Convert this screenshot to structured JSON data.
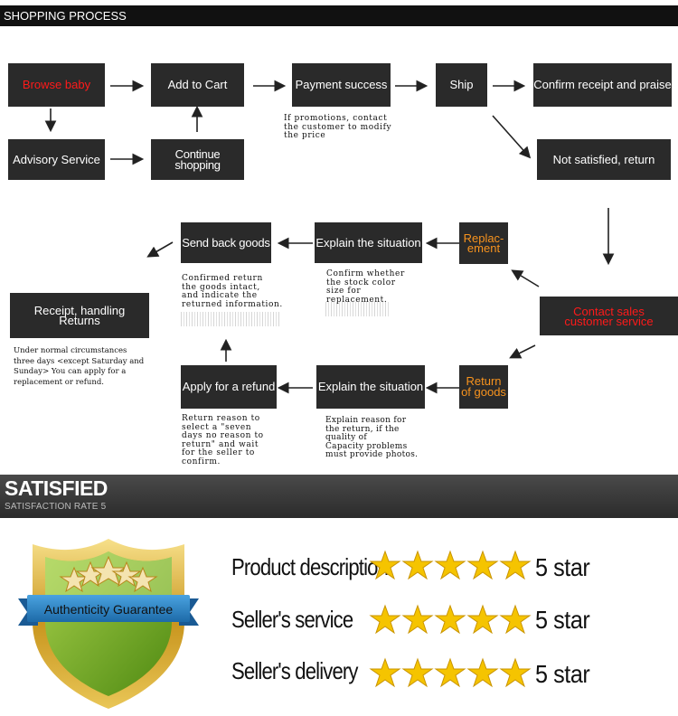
{
  "header": {
    "title": "SHOPPING PROCESS"
  },
  "flow": {
    "browse": "Browse  baby",
    "add_to_cart": "Add to Cart",
    "payment": "Payment success",
    "ship": "Ship",
    "confirm": "Confirm receipt and praise",
    "advisory": "Advisory Service",
    "continue": "Continue shopping",
    "not_satisfied": "Not satisfied, return",
    "payment_note": "If promotions, contact\nthe customer to modify\nthe price",
    "contact_sales": "Contact sales\ncustomer service",
    "replacement": "Replac-\nement",
    "explain_top": "Explain the situation",
    "send_back": "Send back goods",
    "return_goods": "Return\nof goods",
    "explain_bottom": "Explain the situation",
    "apply_refund": "Apply for a refund",
    "receipt": "Receipt, handling\nReturns",
    "note_confirm_stock": "Confirm whether\nthe stock color\nsize for\nreplacement.",
    "note_confirmed_return": "Confirmed return\nthe goods intact,\nand indicate the\nreturned information.",
    "note_receipt": "Under normal circumstances\nthree days <except Saturday and\nSunday> You can apply for a\nreplacement or refund.",
    "note_return_reason": "Return reason to\nselect a \"seven\ndays no reason to\nreturn\" and wait\nfor the seller to\nconfirm.",
    "note_explain_reason": "Explain reason for\nthe return, if the\nquality of\nCapacity problems\nmust provide photos."
  },
  "satisfied": {
    "title": "SATISFIED",
    "subtitle": "SATISFACTION RATE 5"
  },
  "badge": {
    "text": "Authenticity Guarantee"
  },
  "ratings": [
    {
      "label": "Product description",
      "value": "5 star",
      "stars": 5
    },
    {
      "label": "Seller's service",
      "value": "5 star",
      "stars": 5
    },
    {
      "label": "Seller's delivery",
      "value": "5 star",
      "stars": 5
    }
  ],
  "colors": {
    "box": "#2a2a2a",
    "accent_red": "#ff1a1a",
    "accent_orange": "#f7931e",
    "star": "#f5c400"
  }
}
